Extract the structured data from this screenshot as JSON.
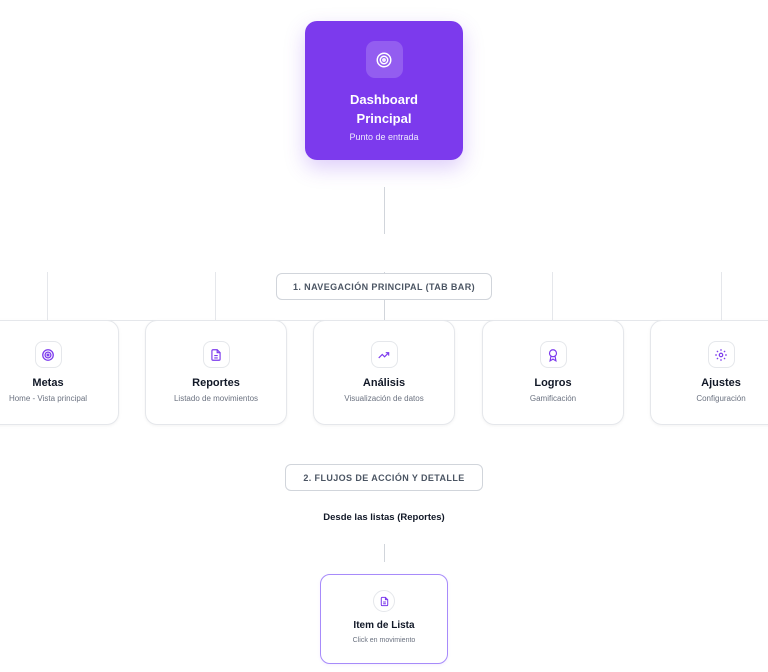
{
  "root": {
    "title": "Dashboard Principal",
    "subtitle": "Punto de entrada",
    "icon": "target-icon",
    "color": "#7c3aed"
  },
  "sections": {
    "nav": "1. NAVEGACIÓN PRINCIPAL (TAB BAR)",
    "flows": "2. FLUJOS DE ACCIÓN Y DETALLE"
  },
  "tabs": [
    {
      "title": "Metas",
      "subtitle": "Home - Vista principal",
      "icon": "target-icon"
    },
    {
      "title": "Reportes",
      "subtitle": "Listado de movimientos",
      "icon": "document-icon"
    },
    {
      "title": "Análisis",
      "subtitle": "Visualización de datos",
      "icon": "trend-up-icon"
    },
    {
      "title": "Logros",
      "subtitle": "Gamificación",
      "icon": "award-icon"
    },
    {
      "title": "Ajustes",
      "subtitle": "Configuración",
      "icon": "gear-icon"
    }
  ],
  "flow": {
    "heading": "Desde las listas (Reportes)",
    "item": {
      "title": "Item de Lista",
      "subtitle": "Click en movimiento",
      "icon": "document-icon"
    }
  },
  "colors": {
    "accent": "#7c3aed",
    "border": "#e5e7eb",
    "muted": "#6b7280"
  }
}
